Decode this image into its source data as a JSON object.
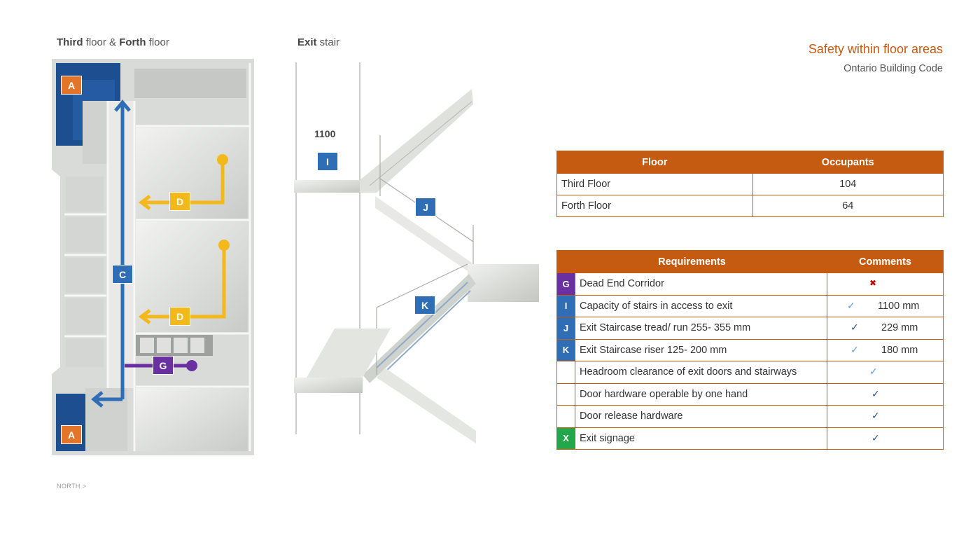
{
  "captions": {
    "floor_bold_1": "Third",
    "floor_text_1": " floor & ",
    "floor_bold_2": "Forth",
    "floor_text_2": " floor",
    "stair_bold": "Exit",
    "stair_text": " stair"
  },
  "title": {
    "main": "Safety within floor areas",
    "sub": "Ontario Building Code"
  },
  "north_label": "NORTH >",
  "plan_markers": {
    "a_top": "A",
    "a_bottom": "A",
    "c": "C",
    "d_top": "D",
    "d_bottom": "D",
    "g": "G"
  },
  "stair_markers": {
    "dimension": "1100",
    "i": "I",
    "j": "J",
    "k": "K"
  },
  "colors": {
    "accent": "#c55a11",
    "blue": "#2f6eb5",
    "orange": "#e3752b",
    "yellow": "#f3b81c",
    "purple": "#6a2fa0",
    "green": "#22a84a",
    "cross_red": "#c00000"
  },
  "occupants_table": {
    "headers": [
      "Floor",
      "Occupants"
    ],
    "rows": [
      {
        "floor": "Third Floor",
        "occupants": "104"
      },
      {
        "floor": "Forth Floor",
        "occupants": "64"
      }
    ]
  },
  "requirements_table": {
    "headers": [
      "Requirements",
      "Comments"
    ],
    "rows": [
      {
        "code": "G",
        "requirement": "Dead End Corridor",
        "status": "cross-icon",
        "value": ""
      },
      {
        "code": "I",
        "requirement": "Capacity of stairs in access to exit",
        "status": "check-icon-light",
        "value": "1100 mm"
      },
      {
        "code": "J",
        "requirement": "Exit Staircase tread/ run 255- 355 mm",
        "status": "check-icon",
        "value": "229 mm"
      },
      {
        "code": "K",
        "requirement": "Exit Staircase riser 125- 200 mm",
        "status": "check-icon-light",
        "value": "180 mm"
      },
      {
        "code": "",
        "requirement": "Headroom clearance of exit doors and stairways",
        "status": "check-icon-light",
        "value": ""
      },
      {
        "code": "",
        "requirement": "Door hardware operable by one hand",
        "status": "check-icon",
        "value": ""
      },
      {
        "code": "",
        "requirement": "Door release hardware",
        "status": "check-icon",
        "value": ""
      },
      {
        "code": "X",
        "requirement": "Exit signage",
        "status": "check-icon",
        "value": ""
      }
    ]
  }
}
